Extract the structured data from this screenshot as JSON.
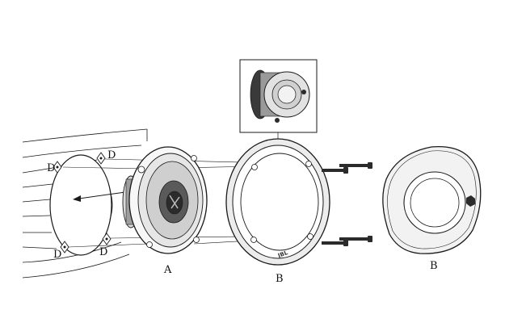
{
  "labels": {
    "speaker": "A",
    "ring_frame": "B",
    "grille_cover": "B",
    "screw_holes": [
      "D",
      "D",
      "D",
      "D"
    ],
    "ring_brand": "JBL"
  },
  "colors": {
    "line": "#1a1a1a",
    "fill_light": "#f2f2f2",
    "fill_mid": "#bdbdbd",
    "fill_dark": "#2b2b2b"
  }
}
